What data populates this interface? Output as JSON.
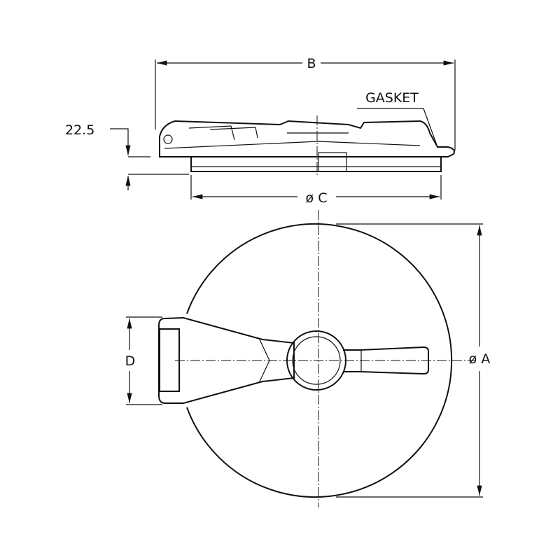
{
  "labels": {
    "b": "B",
    "gasket": "GASKET",
    "height": "22.5",
    "c": "ø C",
    "a": "ø A",
    "d": "D"
  },
  "colors": {
    "line": "#111111",
    "background": "#ffffff"
  }
}
